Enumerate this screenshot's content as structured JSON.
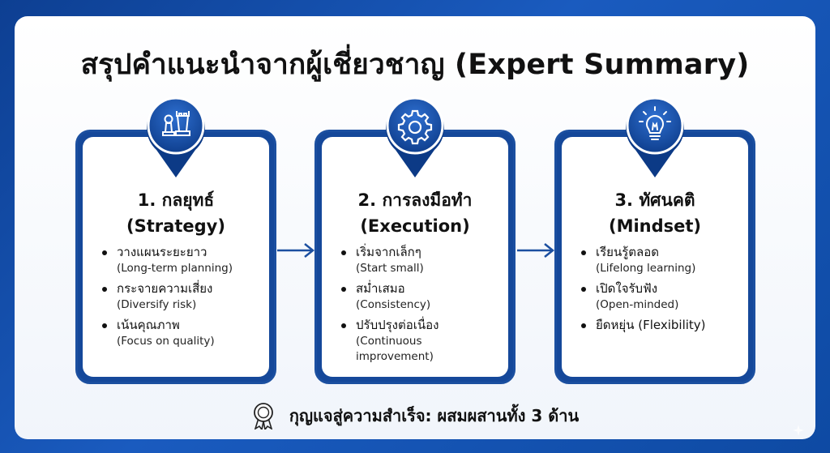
{
  "title": "สรุปคำแนะนำจากผู้เชี่ยวชาญ (Expert Summary)",
  "cards": [
    {
      "icon": "chess-pieces-icon",
      "heading_line1": "1. กลยุทธ์",
      "heading_line2": "(Strategy)",
      "items": [
        {
          "main": "วางแผนระยะยาว",
          "sub": "(Long-term planning)"
        },
        {
          "main": "กระจายความเสี่ยง",
          "sub": "(Diversify risk)"
        },
        {
          "main": "เน้นคุณภาพ",
          "sub": "(Focus on quality)"
        }
      ]
    },
    {
      "icon": "gear-icon",
      "heading_line1": "2. การลงมือทำ",
      "heading_line2": "(Execution)",
      "items": [
        {
          "main": "เริ่มจากเล็กๆ",
          "sub": "(Start small)"
        },
        {
          "main": "สม่ำเสมอ",
          "sub": "(Consistency)"
        },
        {
          "main": "ปรับปรุงต่อเนื่อง",
          "sub": "(Continuous improvement)"
        }
      ]
    },
    {
      "icon": "lightbulb-icon",
      "heading_line1": "3. ทัศนคติ",
      "heading_line2": "(Mindset)",
      "items": [
        {
          "main": "เรียนรู้ตลอด",
          "sub": "(Lifelong learning)"
        },
        {
          "main": "เปิดใจรับฟัง",
          "sub": "(Open-minded)"
        },
        {
          "main": "ยืดหยุ่น (Flexibility)",
          "sub": ""
        }
      ]
    }
  ],
  "footer": {
    "icon": "award-ribbon-icon",
    "text": "กุญแจสู่ความสำเร็จ: ผสมผสานทั้ง 3 ด้าน"
  },
  "colors": {
    "brand_blue": "#1b4fa0",
    "background_blue": "#1a5bbf"
  }
}
